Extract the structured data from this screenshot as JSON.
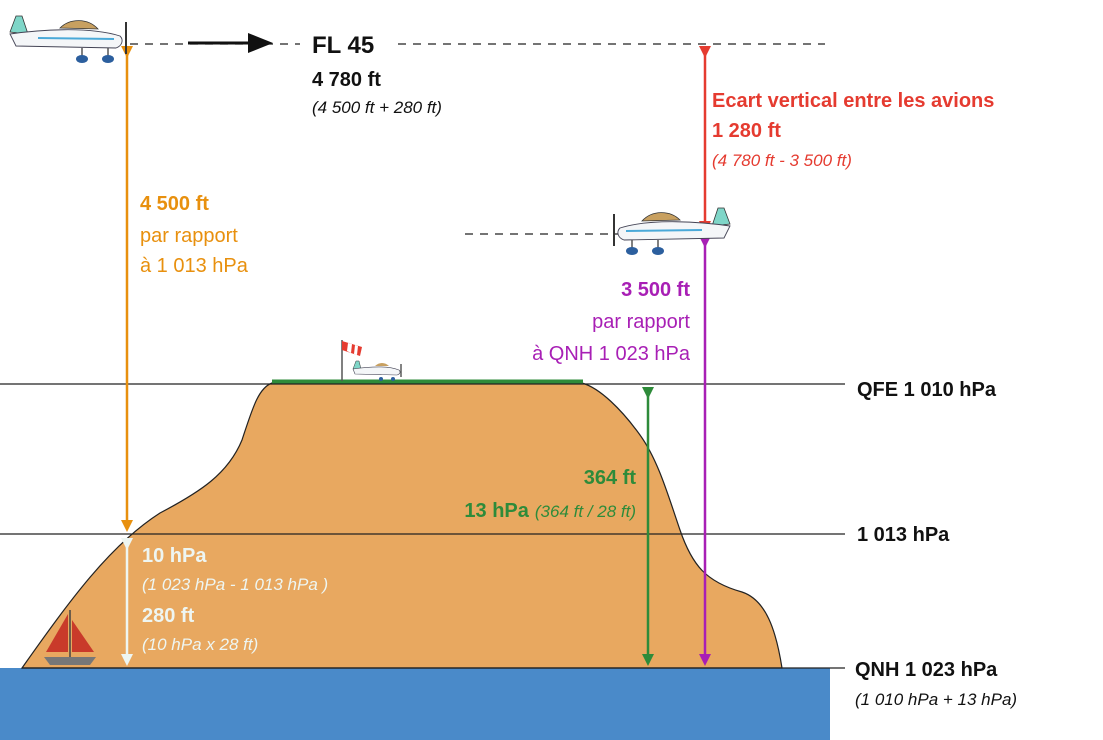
{
  "colors": {
    "sea": "#4a8ac9",
    "hill": "#e8a860",
    "runway": "#2e8b3a",
    "orange": "#e8900e",
    "red": "#e53b30",
    "purple": "#a81fb5",
    "green": "#2e8b3a",
    "pale": "#eef6f2",
    "black": "#111111"
  },
  "levels": {
    "qfe": "QFE 1 010 hPa",
    "std": "1 013 hPa",
    "qnh": "QNH 1 023 hPa",
    "qnh_note": "(1 010 hPa + 13 hPa)"
  },
  "plane_high": {
    "fl": "FL 45",
    "true_alt": "4 780 ft",
    "calc": "(4 500 ft + 280 ft)"
  },
  "orange_label": {
    "value": "4 500 ft",
    "line1": "par rapport",
    "line2": "à 1 013 hPa"
  },
  "red_label": {
    "title": "Ecart vertical entre les avions",
    "value": "1 280 ft",
    "calc": "(4 780 ft - 3 500 ft)"
  },
  "purple_label": {
    "value": "3 500 ft",
    "line1": "par rapport",
    "line2": "à QNH 1 023 hPa"
  },
  "green_label": {
    "value": "364 ft",
    "hpa": "13 hPa",
    "calc": "(364 ft / 28 ft)"
  },
  "pale_label": {
    "hpa": "10 hPa",
    "hpa_calc": "(1 023  hPa - 1 013 hPa )",
    "ft": "280 ft",
    "ft_calc": "(10 hPa x 28 ft)"
  }
}
